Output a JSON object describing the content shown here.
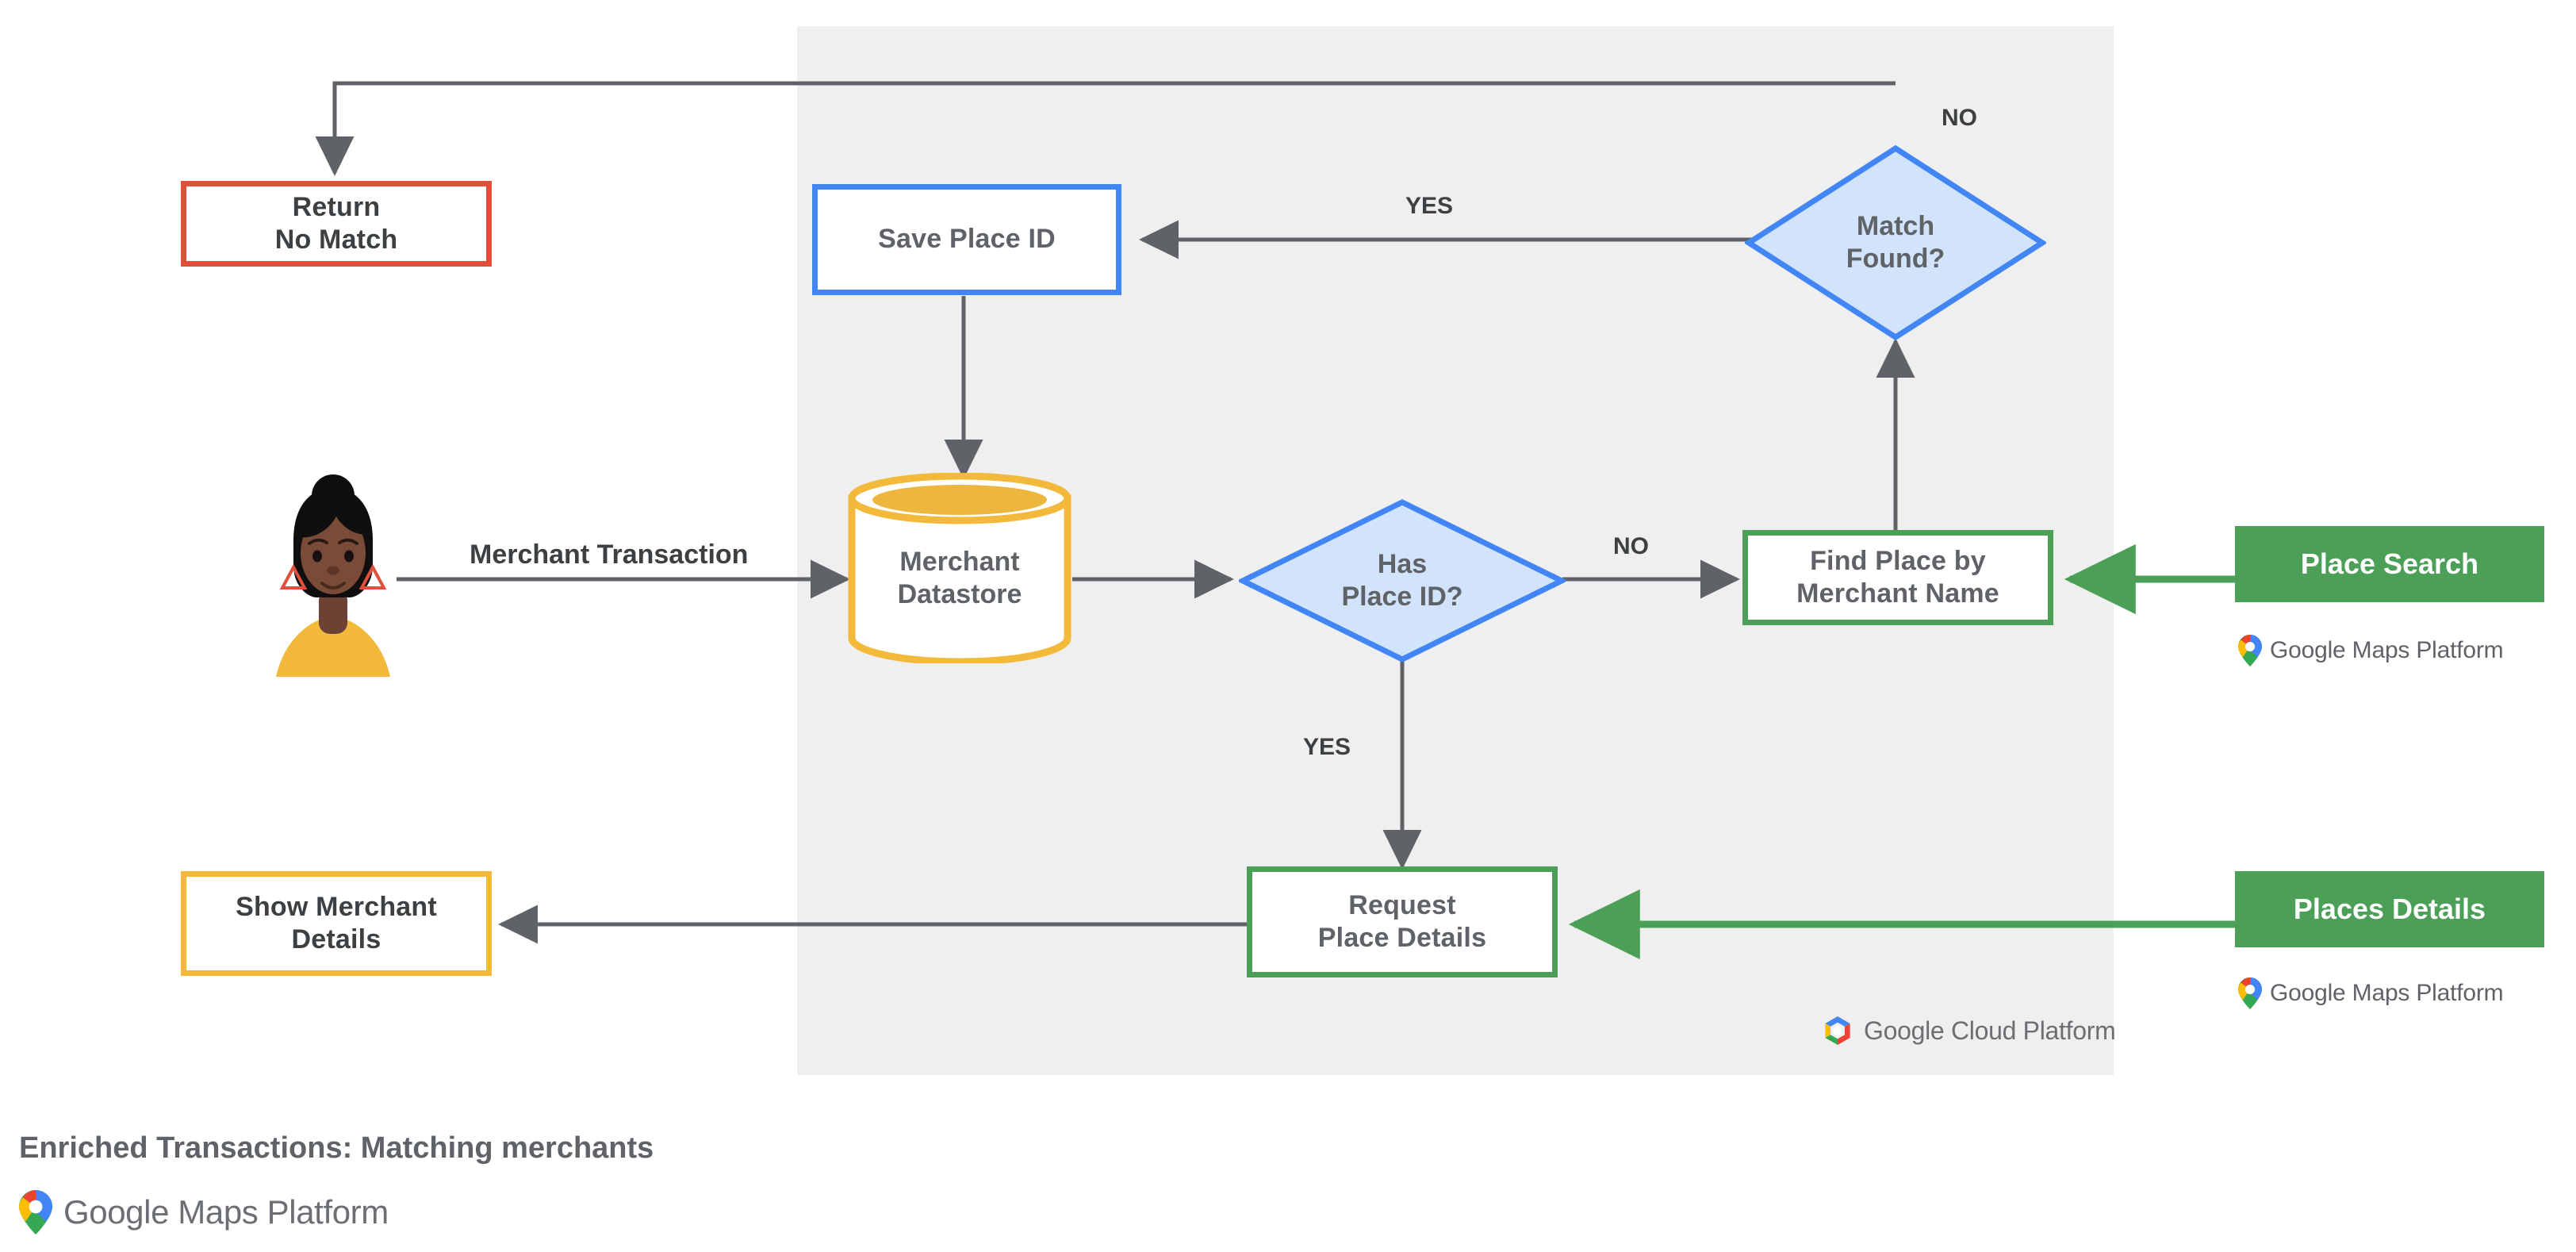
{
  "diagram": {
    "caption": "Enriched Transactions: Matching merchants",
    "panel_label": "Google Cloud Platform",
    "brand_label": "Google Maps Platform",
    "colors": {
      "panel_bg": "#efefef",
      "red": "#E0503A",
      "blue": "#4285F4",
      "blue_fill": "#D2E3FC",
      "green": "#4C9F57",
      "amber": "#F2B93B",
      "arrow": "#5f6368",
      "text": "#5f6368"
    },
    "nodes": {
      "return_no_match": "Return\nNo Match",
      "save_place_id": "Save Place ID",
      "match_found": "Match\nFound?",
      "merchant_datastore": "Merchant\nDatastore",
      "has_place_id": "Has\nPlace ID?",
      "find_place": "Find Place by\nMerchant Name",
      "request_place_details": "Request\nPlace Details",
      "show_merchant_details": "Show Merchant\nDetails"
    },
    "api_chips": [
      {
        "label": "Place Search",
        "brand": "Google Maps Platform"
      },
      {
        "label": "Places Details",
        "brand": "Google Maps Platform"
      }
    ],
    "edge_labels": {
      "merchant_transaction": "Merchant Transaction",
      "match_no": "NO",
      "match_yes": "YES",
      "place_id_no": "NO",
      "place_id_yes": "YES"
    },
    "actor": {
      "name": "merchant-avatar"
    }
  }
}
